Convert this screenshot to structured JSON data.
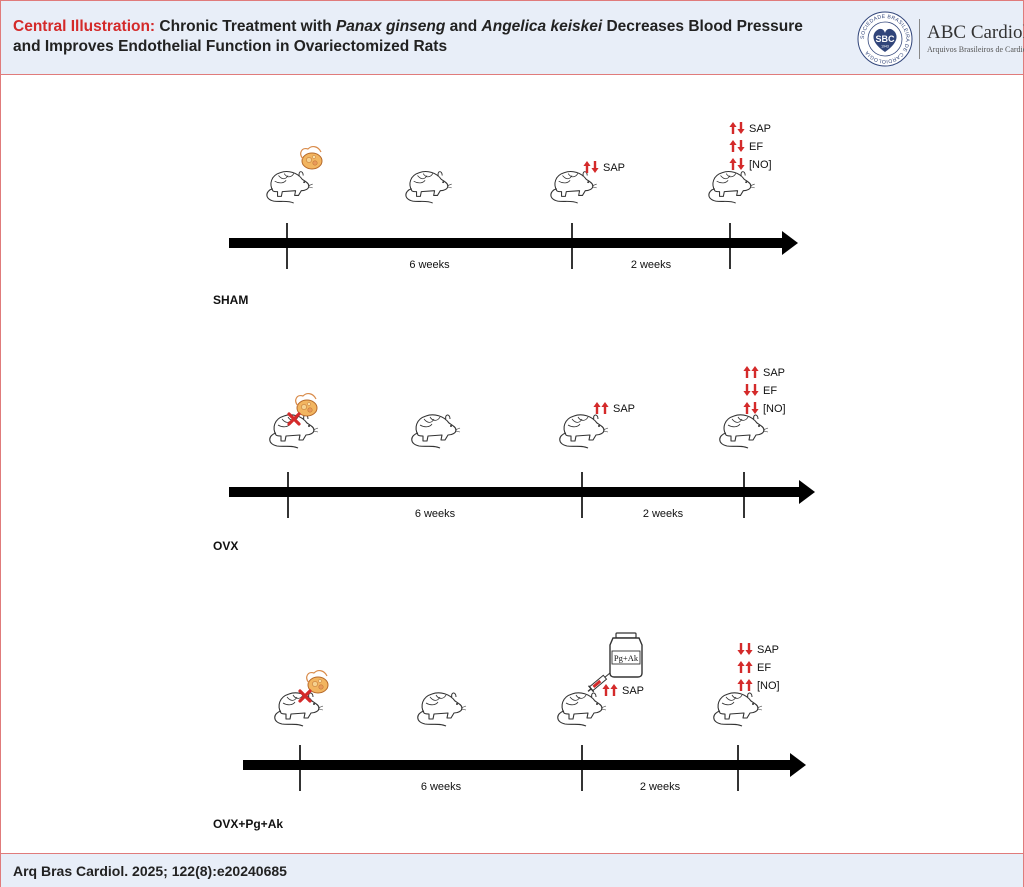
{
  "header": {
    "title_lead": "Central Illustration:",
    "title_part1": " Chronic Treatment with ",
    "title_species1": "Panax ginseng",
    "title_and": " and ",
    "title_species2": "Angelica keiskei",
    "title_part2": " Decreases Blood Pressure and Improves Endothelial Function in Ovariectomized Rats"
  },
  "logo": {
    "seal_text": "SBC",
    "seal_year": "1943",
    "seal_ring_text": "SOCIEDADE BRASILEIRA DE CARDIOLOGIA",
    "brand": "ABC Cardiol",
    "brand_sub": "Arquivos Brasileiros de Cardiologia"
  },
  "timelines": [
    {
      "group": "SHAM",
      "segments": [
        "6 weeks",
        "2 weeks"
      ],
      "ovariectomy": false,
      "treatment": false,
      "midpoint": [
        {
          "marker": "up-down",
          "label": "SAP"
        }
      ],
      "endpoint": [
        {
          "marker": "up-down",
          "label": "SAP"
        },
        {
          "marker": "up-down",
          "label": "EF"
        },
        {
          "marker": "up-down",
          "label": "[NO]"
        }
      ]
    },
    {
      "group": "OVX",
      "segments": [
        "6 weeks",
        "2 weeks"
      ],
      "ovariectomy": true,
      "treatment": false,
      "midpoint": [
        {
          "marker": "up-up",
          "label": "SAP"
        }
      ],
      "endpoint": [
        {
          "marker": "up-up",
          "label": "SAP"
        },
        {
          "marker": "down-down",
          "label": "EF"
        },
        {
          "marker": "up-down",
          "label": "[NO]"
        }
      ]
    },
    {
      "group": "OVX+Pg+Ak",
      "segments": [
        "6 weeks",
        "2 weeks"
      ],
      "ovariectomy": true,
      "treatment": true,
      "treatment_label": "Pg+Ak",
      "midpoint": [
        {
          "marker": "up-up",
          "label": "SAP"
        }
      ],
      "endpoint": [
        {
          "marker": "down-down",
          "label": "SAP"
        },
        {
          "marker": "up-up",
          "label": "EF"
        },
        {
          "marker": "up-up",
          "label": "[NO]"
        }
      ]
    }
  ],
  "footer": {
    "citation": "Arq Bras Cardiol. 2025; 122(8):e20240685"
  },
  "colors": {
    "accent_red": "#d42a2a",
    "header_bg": "#e8eef8",
    "border": "#e07b7b",
    "arrow": "#000000"
  }
}
